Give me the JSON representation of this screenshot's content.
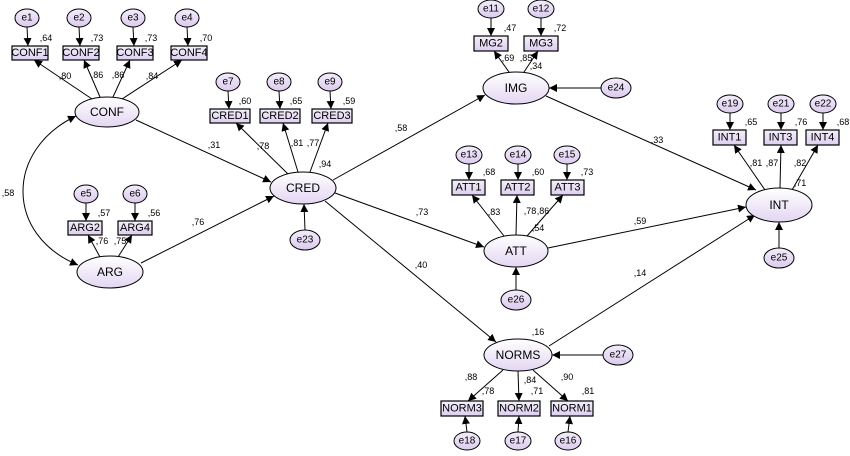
{
  "latents": {
    "conf": "CONF",
    "arg": "ARG",
    "cred": "CRED",
    "img": "IMG",
    "att": "ATT",
    "norms": "NORMS",
    "int": "INT"
  },
  "indicators": {
    "conf1": "CONF1",
    "conf2": "CONF2",
    "conf3": "CONF3",
    "conf4": "CONF4",
    "arg2": "ARG2",
    "arg4": "ARG4",
    "cred1": "CRED1",
    "cred2": "CRED2",
    "cred3": "CRED3",
    "mg2": "MG2",
    "mg3": "MG3",
    "att1": "ATT1",
    "att2": "ATT2",
    "att3": "ATT3",
    "int1": "INT1",
    "int3": "INT3",
    "int4": "INT4",
    "norm3": "NORM3",
    "norm2": "NORM2",
    "norm1": "NORM1"
  },
  "errors": {
    "e1": "e1",
    "e2": "e2",
    "e3": "e3",
    "e4": "e4",
    "e5": "e5",
    "e6": "e6",
    "e7": "e7",
    "e8": "e8",
    "e9": "e9",
    "e11": "e11",
    "e12": "e12",
    "e13": "e13",
    "e14": "e14",
    "e15": "e15",
    "e16": "e16",
    "e17": "e17",
    "e18": "e18",
    "e19": "e19",
    "e21": "e21",
    "e22": "e22",
    "e23": "e23",
    "e24": "e24",
    "e25": "e25",
    "e26": "e26",
    "e27": "e27"
  },
  "coefficients": {
    "r2_conf1": ",64",
    "r2_conf2": ",73",
    "r2_conf3": ",73",
    "r2_conf4": ",70",
    "l_conf1": ",80",
    "l_conf2": ",86",
    "l_conf3": ",86",
    "l_conf4": ",84",
    "corr_conf_arg": ",58",
    "r2_arg2": ",57",
    "r2_arg4": ",56",
    "l_arg2": ",76",
    "l_arg4": ",75",
    "r2_cred1": ",60",
    "r2_cred2": ",65",
    "r2_cred3": ",59",
    "l_cred1": ",78",
    "l_cred2": ",81",
    "l_cred3": ",77",
    "r2_cred": ",94",
    "p_conf_cred": ",31",
    "p_arg_cred": ",76",
    "r2_mg2": ",47",
    "r2_mg3": ",72",
    "l_mg2": ",69",
    "l_mg3": ",85",
    "r2_img": ",34",
    "p_cred_img": ",58",
    "p_img_int": ",33",
    "r2_att1": ",68",
    "r2_att2": ",60",
    "r2_att3": ",73",
    "l_att1": ",83",
    "l_att2": ",78",
    "l_att3": ",86",
    "r2_att": ",54",
    "p_cred_att": ",73",
    "p_att_int": ",59",
    "p_cred_norms": ",40",
    "r2_norms": ",16",
    "p_norms_int": ",14",
    "r2_norm3": ",88",
    "r2_norm2": ",84",
    "r2_norm1": ",90",
    "l_norm3": ",78",
    "l_norm2": ",71",
    "l_norm1": ",81",
    "r2_int1": ",65",
    "r2_int3": ",76",
    "r2_int4": ",68",
    "l_int1": ",81",
    "l_int3": ",87",
    "l_int4": ",82",
    "r2_int": ",71"
  },
  "colors": {
    "node_light": "#ffffff",
    "node_fill": "#e6d9f2",
    "line": "#000000"
  }
}
